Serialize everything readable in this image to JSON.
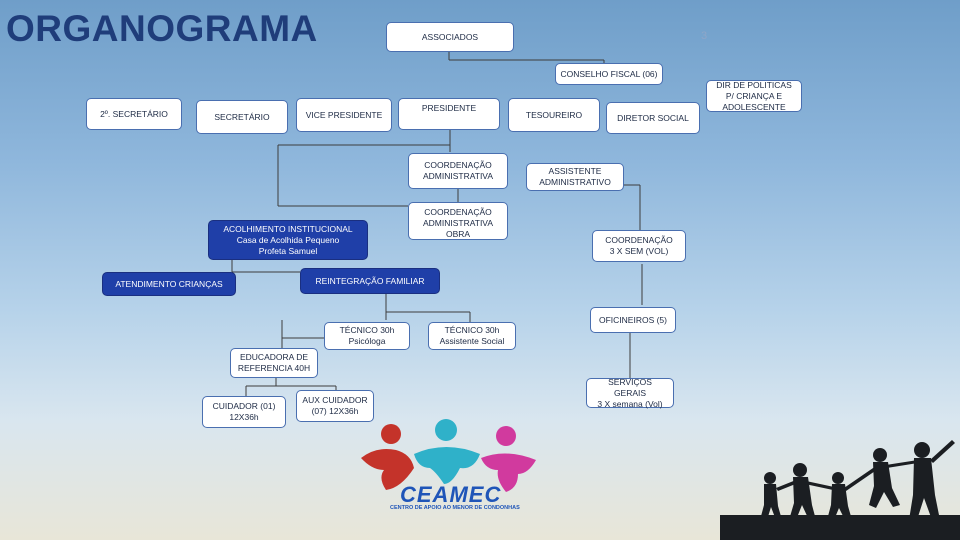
{
  "title": "ORGANOGRAMA",
  "page_number": "3",
  "nodes": {
    "associados": "ASSOCIADOS",
    "conselho_fiscal": "CONSELHO FISCAL (06)",
    "segundo_secretario": "2º. SECRETÁRIO",
    "secretario": "SECRETÁRIO",
    "vice_presidente": "VICE PRESIDENTE",
    "presidente": "PRESIDENTE",
    "tesoureiro": "TESOUREIRO",
    "diretor_social": "DIRETOR SOCIAL",
    "dir_politicas": [
      "DIR DE POLITICAS",
      "P/ CRIANÇA E",
      "ADOLESCENTE"
    ],
    "coord_administrativa": [
      "COORDENAÇÃO",
      "ADMINISTRATIVA"
    ],
    "assistente_administrativo": [
      "ASSISTENTE",
      "ADMINISTRATIVO"
    ],
    "coord_administrativa_obra": [
      "COORDENAÇÃO",
      "ADMINISTRATIVA",
      "OBRA"
    ],
    "acolhimento": [
      "ACOLHIMENTO INSTITUCIONAL",
      "Casa de Acolhida Pequeno",
      "Profeta Samuel"
    ],
    "coordenacao_3x": [
      "COORDENAÇÃO",
      "3 X SEM (VOL)"
    ],
    "atendimento_criancas": "ATENDIMENTO CRIANÇAS",
    "reintegracao_familiar": "REINTEGRAÇÃO FAMILIAR",
    "oficineiros": "OFICINEIROS (5)",
    "tecnico_psicologa": [
      "TÉCNICO 30h",
      "Psicóloga"
    ],
    "tecnico_assistente_social": [
      "TÉCNICO 30h",
      "Assistente Social"
    ],
    "educadora": [
      "EDUCADORA DE",
      "REFERENCIA 40H"
    ],
    "servicos_gerais": [
      "SERVIÇOS GERAIS",
      "3 X semana (Vol)"
    ],
    "cuidador": [
      "CUIDADOR (01)",
      "12X36h"
    ],
    "aux_cuidador": [
      "AUX CUIDADOR",
      "(07) 12X36h"
    ]
  },
  "logo": {
    "name": "CEAMEC",
    "subtitle": "CENTRO DE APOIO AO MENOR DE CONDONHAS"
  },
  "colors": {
    "title": "#1f3d7a",
    "box_border": "#4a6fb0",
    "dark_box": "#1f3fa8",
    "line": "#3a3a3a"
  }
}
